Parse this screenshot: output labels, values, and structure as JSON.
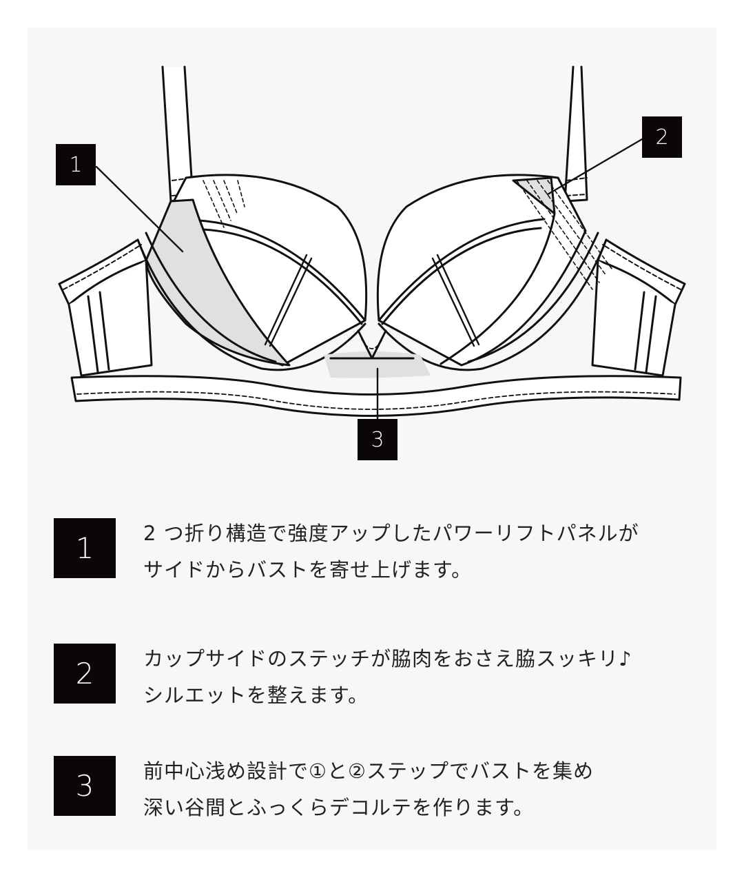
{
  "diagram": {
    "subject": "underwire bra line drawing (front view)",
    "colors": {
      "background": "#ffffff",
      "panel": "#f7f7f7",
      "highlight_fill": "#e0e0e0",
      "line": "#111111",
      "callout_box": "#0b0707",
      "callout_text": "#ffffff"
    },
    "callouts": [
      {
        "number": "1",
        "target": "side power-lift panel (left cup)"
      },
      {
        "number": "2",
        "target": "cup-side stitching (right cup)"
      },
      {
        "number": "3",
        "target": "center gore (front center)"
      }
    ]
  },
  "legend": [
    {
      "number": "1",
      "lines": [
        "2 つ折り構造で強度アップしたパワーリフトパネルが",
        "サイドからバストを寄せ上げます。"
      ]
    },
    {
      "number": "2",
      "lines": [
        "カップサイドのステッチが脇肉をおさえ脇スッキリ♪",
        "シルエットを整えます。"
      ]
    },
    {
      "number": "3",
      "lines": [
        "前中心浅め設計で①と②ステップでバストを集め",
        "深い谷間とふっくらデコルテを作ります。"
      ]
    }
  ]
}
